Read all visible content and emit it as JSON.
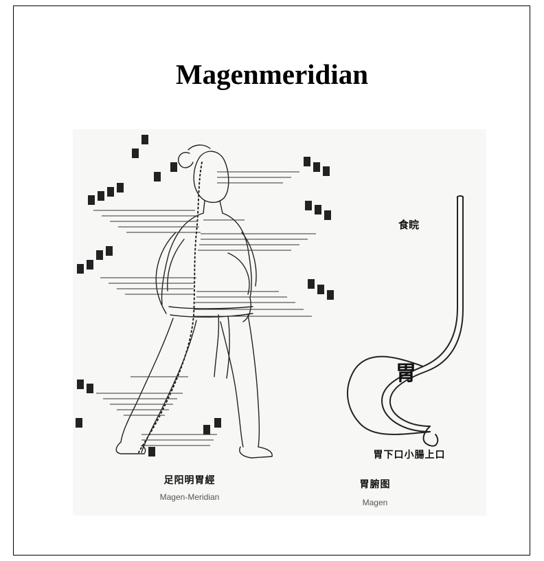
{
  "page": {
    "title": "Magenmeridian"
  },
  "figure": {
    "left_panel": {
      "caption_cn": "足阳明胃經",
      "caption_en": "Magen-Meridian"
    },
    "right_panel": {
      "esophagus_label": "食睆",
      "stomach_label": "胃",
      "bottom_label": "胃下口小腸上口",
      "caption_cn": "胃腑图",
      "caption_en": "Magen"
    }
  }
}
